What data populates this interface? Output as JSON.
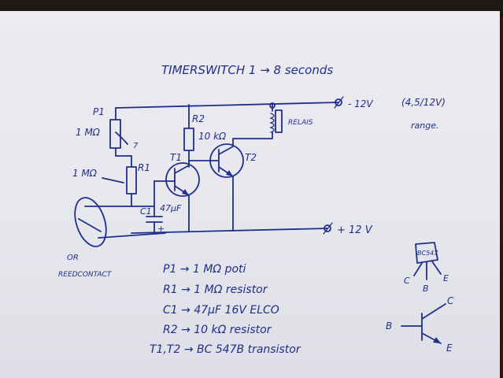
{
  "title": "TIMERSWITCH   1 → 8 seconds",
  "supply_neg": "- 12V",
  "supply_pos": "+ 12 V",
  "range_note_1": "(4,5/12V)",
  "range_note_2": "range.",
  "labels": {
    "p1": "P1",
    "p1_value": "1 MΩ",
    "p1_wiper": "7",
    "r1": "R1",
    "r1_value": "1 MΩ",
    "r2": "R2",
    "r2_value": "10 kΩ",
    "t1": "T1",
    "t2": "T2",
    "c1": "C1",
    "c1_value": "47μF",
    "c1_plus": "+",
    "relay": "RELAIS",
    "reed_1": "OR",
    "reed_2": "REEDCONTACT"
  },
  "parts_list": [
    "P1 → 1 MΩ poti",
    "R1 → 1 MΩ resistor",
    "C1 → 47μF 16V ELCO",
    "R2 → 10 kΩ resistor",
    "T1,T2 → BC 547B transistor"
  ],
  "pinout": {
    "package": "BC547",
    "c": "C",
    "b": "B",
    "e": "E"
  },
  "symbol": {
    "b": "B",
    "c": "C",
    "e": "E"
  },
  "ink_color": "#1f2f8c",
  "paper_color": "#e9e9ef"
}
